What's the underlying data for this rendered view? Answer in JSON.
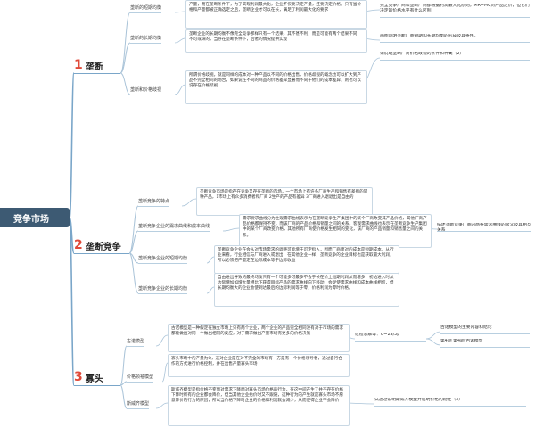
{
  "root": {
    "label": "竞争市场"
  },
  "topics": [
    {
      "num": "1",
      "label": "垄断",
      "children": [
        {
          "label": "垄断的短期均衡",
          "text": "产量，而在垄断条件下，为了实现利润最大化，企业不仅要决定产量，还要决定价格。只有当价格和产量都被正确选定之后，垄断企业才可以在长，满足了利润最大化的要求",
          "note": "完全竞争厂商和垄断厂商都根据利润最大化原则，MR=MC对产品定价，但它们决定的价格水平有什么区别"
        },
        {
          "label": "垄断的长期均衡",
          "text": "垄断企业的长期均衡不像完全竞争那样只有一个结果，其不甚不利，而是可能有两个结果不同，不可或缺的，当存在垄断条件下，后者的情况提供实现",
          "note": "画图说明垄断厂商短期和长期均衡的形成及其条件。"
        },
        {
          "label": "垄断和价格歧视",
          "text": "所谓价格歧视，就是同样的成本对一种产品以不同的价格出售，价格歧视的概念也可以扩大到产品不完全相同的场合，如果说在不同的商品的价格差异显著而不同于他们的成本差异，则也可以说存在价格歧视",
          "note": "请说明垄断厂商价格歧视的条件和种类（2）"
        }
      ]
    },
    {
      "num": "2",
      "label": "垄断竞争",
      "children": [
        {
          "label": "垄断竞争的特点",
          "text": "垄断竞争市场是指存在竞争又存在垄断的市场，一个市场上有许多厂商生产和销售有差别的同种产品，1市场上有众多消费者和厂商 2生产的产品有差异 3厂商进入退退出是自由的"
        },
        {
          "label": "垄断竞争企业的需求曲线和成本曲线",
          "text": "需求要求曲线分为主观需求曲线表示为在垄断竞争生产集团中的某个厂商改变其产品价格，其他厂商产品价格都保持不变，而该厂商的产品价格和销量之间的关系。客观需求曲线也表示在垄断竞争生产集团中的某个厂商改变价格，其他所有厂商使价格发生相同的变化，该厂商的产品销量和销售量之间的关系。",
          "note": "描述垄断竞争厂商的两条需求曲线的含义及其相互关系"
        },
        {
          "label": "垄断竞争企业的短期均衡",
          "text": "垄断竞争企业在会从对市场需求的调整可能增于可定指入，因而厂商面对的成本是短期成本，从行业来看，行业相信与厂商进入或退出，在其他企业一样，垄断竞争的企业目标也是获取最大利润，所以必须把产量定在边际成本等于边际收益"
        },
        {
          "label": "垄断竞争企业的长期均衡",
          "text": "自由进出导致的最终均衡只有一个可能多可最多不会于长在价上短期利润从而增多，初始进入时从边际增加如增大量相比下获得目标产品的需求曲线向下移动，会促使需求曲线和成本曲线相切，但长期均衡大的企业会使到达最后的边际利润等于零，价格利润为零时价格。"
        }
      ]
    },
    {
      "num": "3",
      "label": "寡头",
      "children": [
        {
          "label": "古诺模型",
          "text": "古诺模型是一种假定在独立市场上只有两个企业，两个企业的产品完全相同没有对于市场的需求都能做出对同一个做出相同的反应，对于需求做出产量市场有更多的价格决策",
          "note": "过程总解等：Q=2a/3β",
          "note2": "古诺模型的主要内容和结论",
          "note3": "第4题 第4题 古诺模型"
        },
        {
          "label": "价格领袖模型",
          "text": "寡头市场中的产量为Q，这对企业是在对不完全的市场有一方是有一个价格领导者，通过自行合作的方式进行价格控制，并在出售产量寡头市场"
        },
        {
          "label": "斯威齐模型",
          "text": "斯威齐模型是指价格不变面对需求下降面对寡头市场价格的行为，在这中间产生了并不存在价格下降时所有的企业都会降价，但当其他企业抬价时又不跟随，这种行为的产生就是寡头市场不愿意降价的行为的原因，所以当价格下降时企业的价格和利润就会减少，从而使得企业不会降价",
          "note": "试通过说明斯威齐模型并说明价格的刚性（3）"
        }
      ]
    }
  ]
}
